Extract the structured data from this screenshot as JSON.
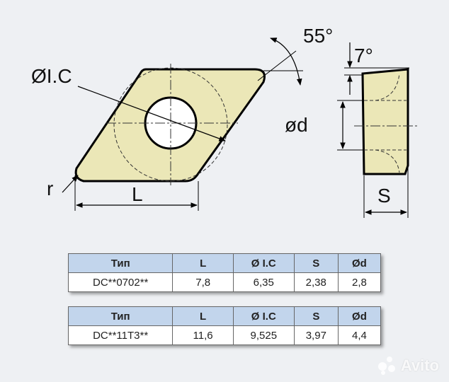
{
  "drawing": {
    "labels": {
      "ic": "ØI.C",
      "angle": "55°",
      "relief": "7°",
      "hole": "ød",
      "radius": "r",
      "length": "L",
      "thickness": "S"
    },
    "colors": {
      "insert_fill": "#ebe7b7",
      "outline": "#000000",
      "table_header": "#c2d5ec"
    }
  },
  "tables": [
    {
      "headers": [
        "Тип",
        "L",
        "Ø I.C",
        "S",
        "Ød"
      ],
      "row": [
        "DC**0702**",
        "7,8",
        "6,35",
        "2,38",
        "2,8"
      ]
    },
    {
      "headers": [
        "Тип",
        "L",
        "Ø I.C",
        "S",
        "Ød"
      ],
      "row": [
        "DC**11T3**",
        "11,6",
        "9,525",
        "3,97",
        "4,4"
      ]
    }
  ],
  "watermark": "Avito"
}
